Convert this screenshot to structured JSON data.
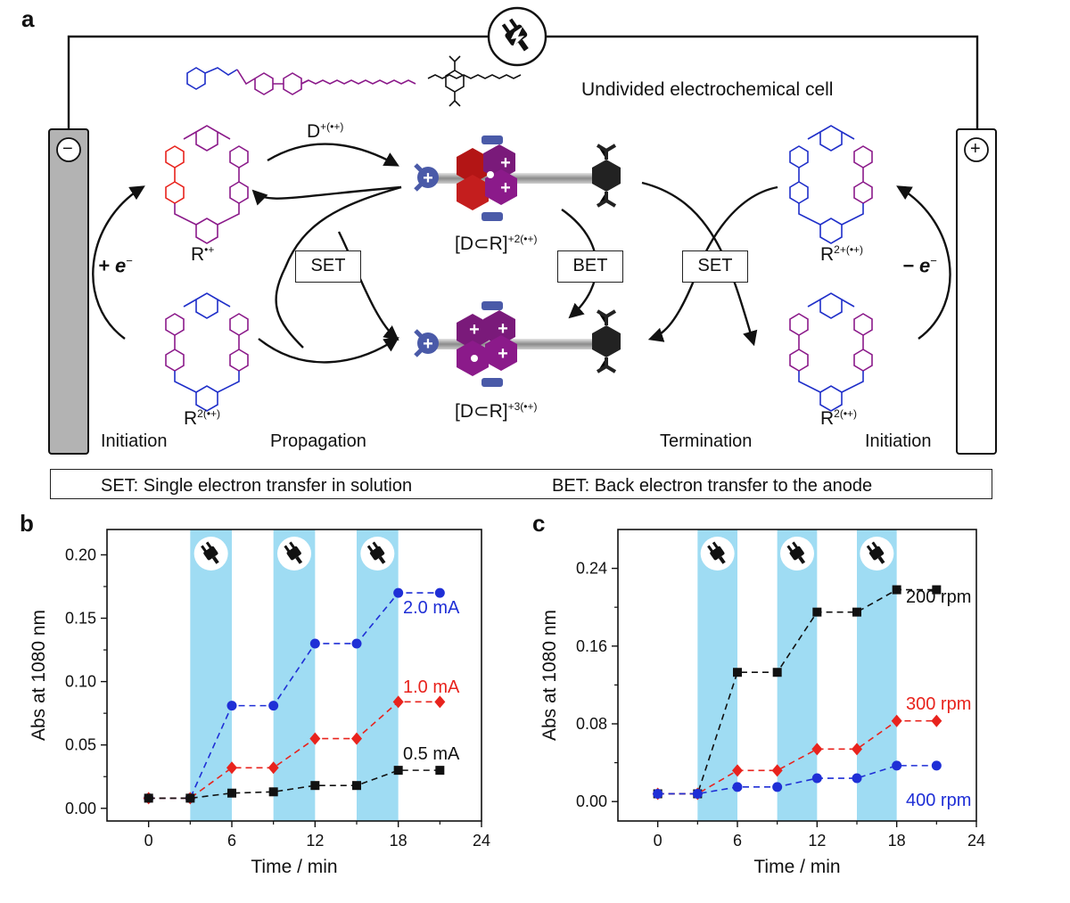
{
  "panel_a": {
    "letter": "a",
    "cell_label": "Undivided electrochemical cell",
    "cathode_sign": "−",
    "anode_sign": "+",
    "plug_icon": "power-plug-icon",
    "donor_label": "D",
    "donor_sup": "+(•+)",
    "species": {
      "r_radical": {
        "base": "R",
        "sup": "•+"
      },
      "r2_left": {
        "base": "R",
        "sup": "2(•+)"
      },
      "r2plus": {
        "base": "R",
        "sup": "2+(•+)"
      },
      "r2_right": {
        "base": "R",
        "sup": "2(•+)"
      },
      "complex_top": {
        "base": "[D⊂R]",
        "sup": "+2(•+)"
      },
      "complex_bottom": {
        "base": "[D⊂R]",
        "sup": "+3(•+)"
      }
    },
    "arrow_labels": {
      "left": "+ e",
      "left_sup": "−",
      "right": "− e",
      "right_sup": "−"
    },
    "boxes": {
      "set_left": "SET",
      "bet": "BET",
      "set_right": "SET"
    },
    "stages": {
      "initiation_left": "Initiation",
      "propagation": "Propagation",
      "termination": "Termination",
      "initiation_right": "Initiation"
    },
    "legend": {
      "set": "SET: Single electron transfer in solution",
      "bet": "BET: Back electron transfer to the anode"
    },
    "colors": {
      "red": "#e8231d",
      "purple": "#8b1a8a",
      "blue": "#1f2fc9",
      "electrode": "#b3b3b3"
    }
  },
  "chart_data": [
    {
      "panel": "b",
      "type": "line",
      "xlabel": "Time / min",
      "ylabel": "Abs at 1080 nm",
      "xlim": [
        -3,
        24
      ],
      "ylim": [
        -0.01,
        0.22
      ],
      "xticks": [
        "0",
        "6",
        "12",
        "18",
        "24"
      ],
      "yticks": [
        "0.00",
        "0.05",
        "0.10",
        "0.15",
        "0.20"
      ],
      "ytick_values": [
        0,
        0.05,
        0.1,
        0.15,
        0.2
      ],
      "xtick_values": [
        0,
        6,
        12,
        18,
        24
      ],
      "shaded_intervals": [
        [
          3,
          6
        ],
        [
          9,
          12
        ],
        [
          15,
          18
        ]
      ],
      "shade_color": "#9fdcf3",
      "x": [
        0,
        3,
        6,
        9,
        12,
        15,
        18,
        21
      ],
      "series": [
        {
          "name": "2.0 mA",
          "color": "#1f2fd6",
          "marker": "circle",
          "values": [
            0.008,
            0.008,
            0.081,
            0.081,
            0.13,
            0.13,
            0.17,
            0.17
          ]
        },
        {
          "name": "1.0 mA",
          "color": "#e8231d",
          "marker": "diamond",
          "values": [
            0.008,
            0.008,
            0.032,
            0.032,
            0.055,
            0.055,
            0.084,
            0.084
          ]
        },
        {
          "name": "0.5 mA",
          "color": "#111111",
          "marker": "square",
          "values": [
            0.008,
            0.008,
            0.012,
            0.013,
            0.018,
            0.018,
            0.03,
            0.03
          ]
        }
      ]
    },
    {
      "panel": "c",
      "type": "line",
      "xlabel": "Time / min",
      "ylabel": "Abs at 1080 nm",
      "xlim": [
        -3,
        24
      ],
      "ylim": [
        -0.02,
        0.28
      ],
      "xticks": [
        "0",
        "6",
        "12",
        "18",
        "24"
      ],
      "yticks": [
        "0.00",
        "0.08",
        "0.16",
        "0.24"
      ],
      "ytick_values": [
        0,
        0.08,
        0.16,
        0.24
      ],
      "xtick_values": [
        0,
        6,
        12,
        18,
        24
      ],
      "shaded_intervals": [
        [
          3,
          6
        ],
        [
          9,
          12
        ],
        [
          15,
          18
        ]
      ],
      "shade_color": "#9fdcf3",
      "x": [
        0,
        3,
        6,
        9,
        12,
        15,
        18,
        21
      ],
      "series": [
        {
          "name": "200 rpm",
          "color": "#111111",
          "marker": "square",
          "values": [
            0.008,
            0.008,
            0.133,
            0.133,
            0.195,
            0.195,
            0.218,
            0.218
          ]
        },
        {
          "name": "300 rpm",
          "color": "#e8231d",
          "marker": "diamond",
          "values": [
            0.008,
            0.008,
            0.032,
            0.032,
            0.054,
            0.054,
            0.083,
            0.083
          ]
        },
        {
          "name": "400 rpm",
          "color": "#1f2fd6",
          "marker": "circle",
          "values": [
            0.008,
            0.008,
            0.015,
            0.015,
            0.024,
            0.024,
            0.037,
            0.037
          ]
        }
      ]
    }
  ]
}
